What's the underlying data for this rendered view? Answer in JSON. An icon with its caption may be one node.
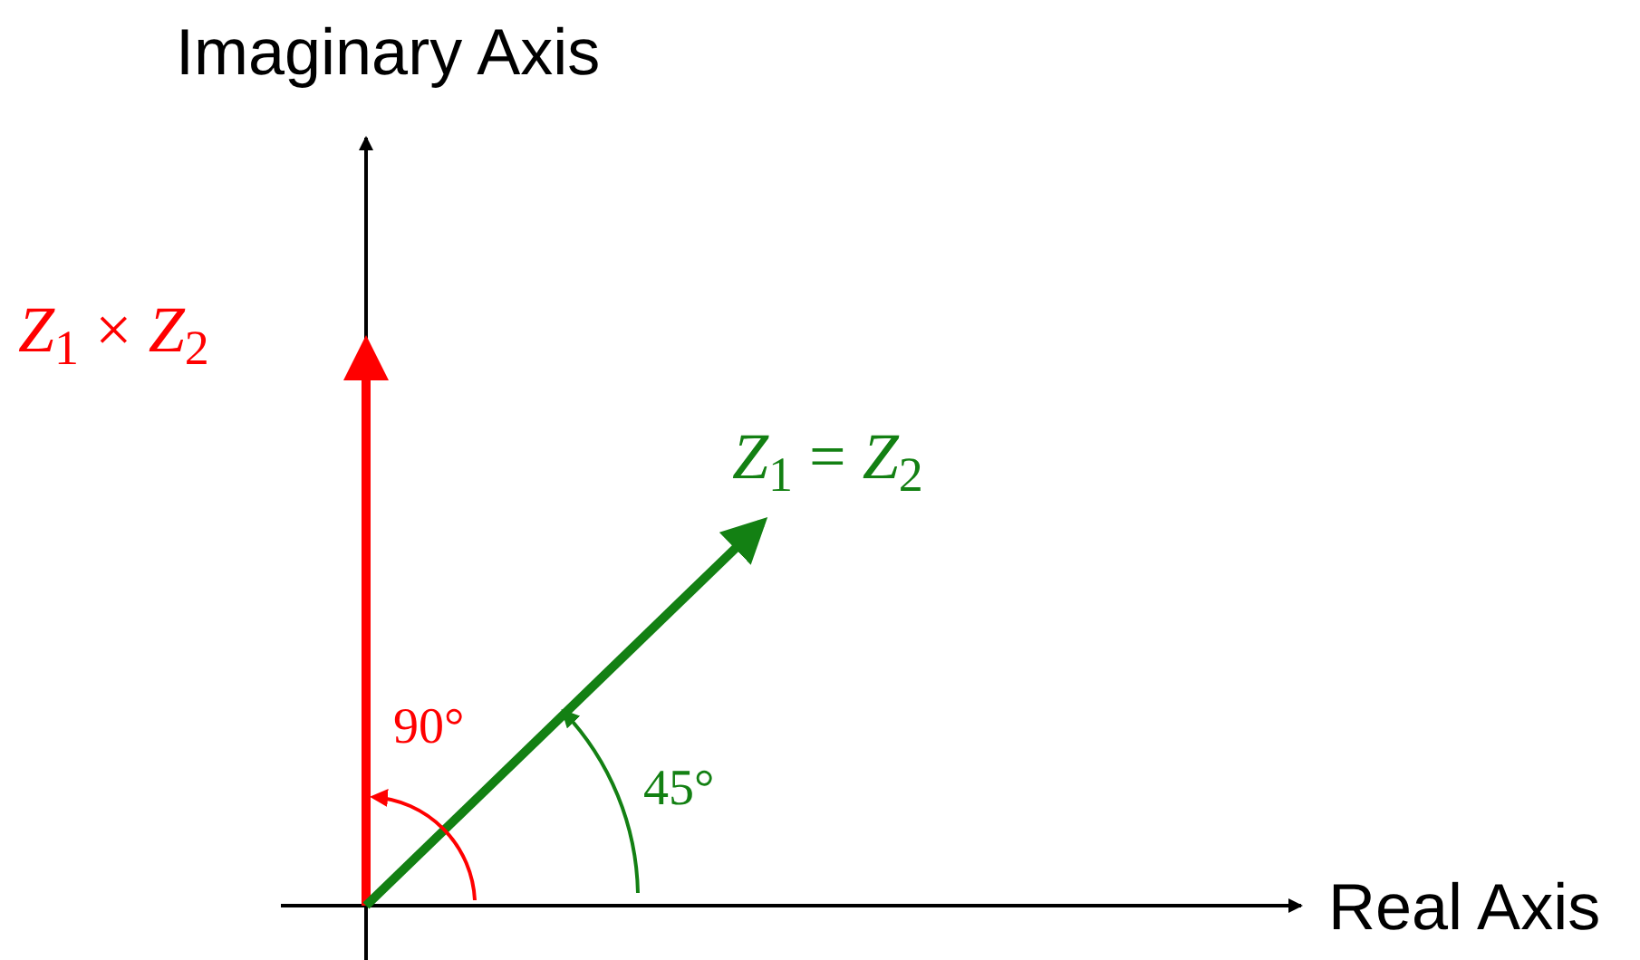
{
  "diagram": {
    "labels": [
      "Imaginary Axis",
      "*Z*$_{1}$ × *Z*$_{2}$",
      "*Z*$_{1}$ = *Z*$_{2}$",
      "90°",
      "45°",
      "Real Axis"
    ]
  }
}
